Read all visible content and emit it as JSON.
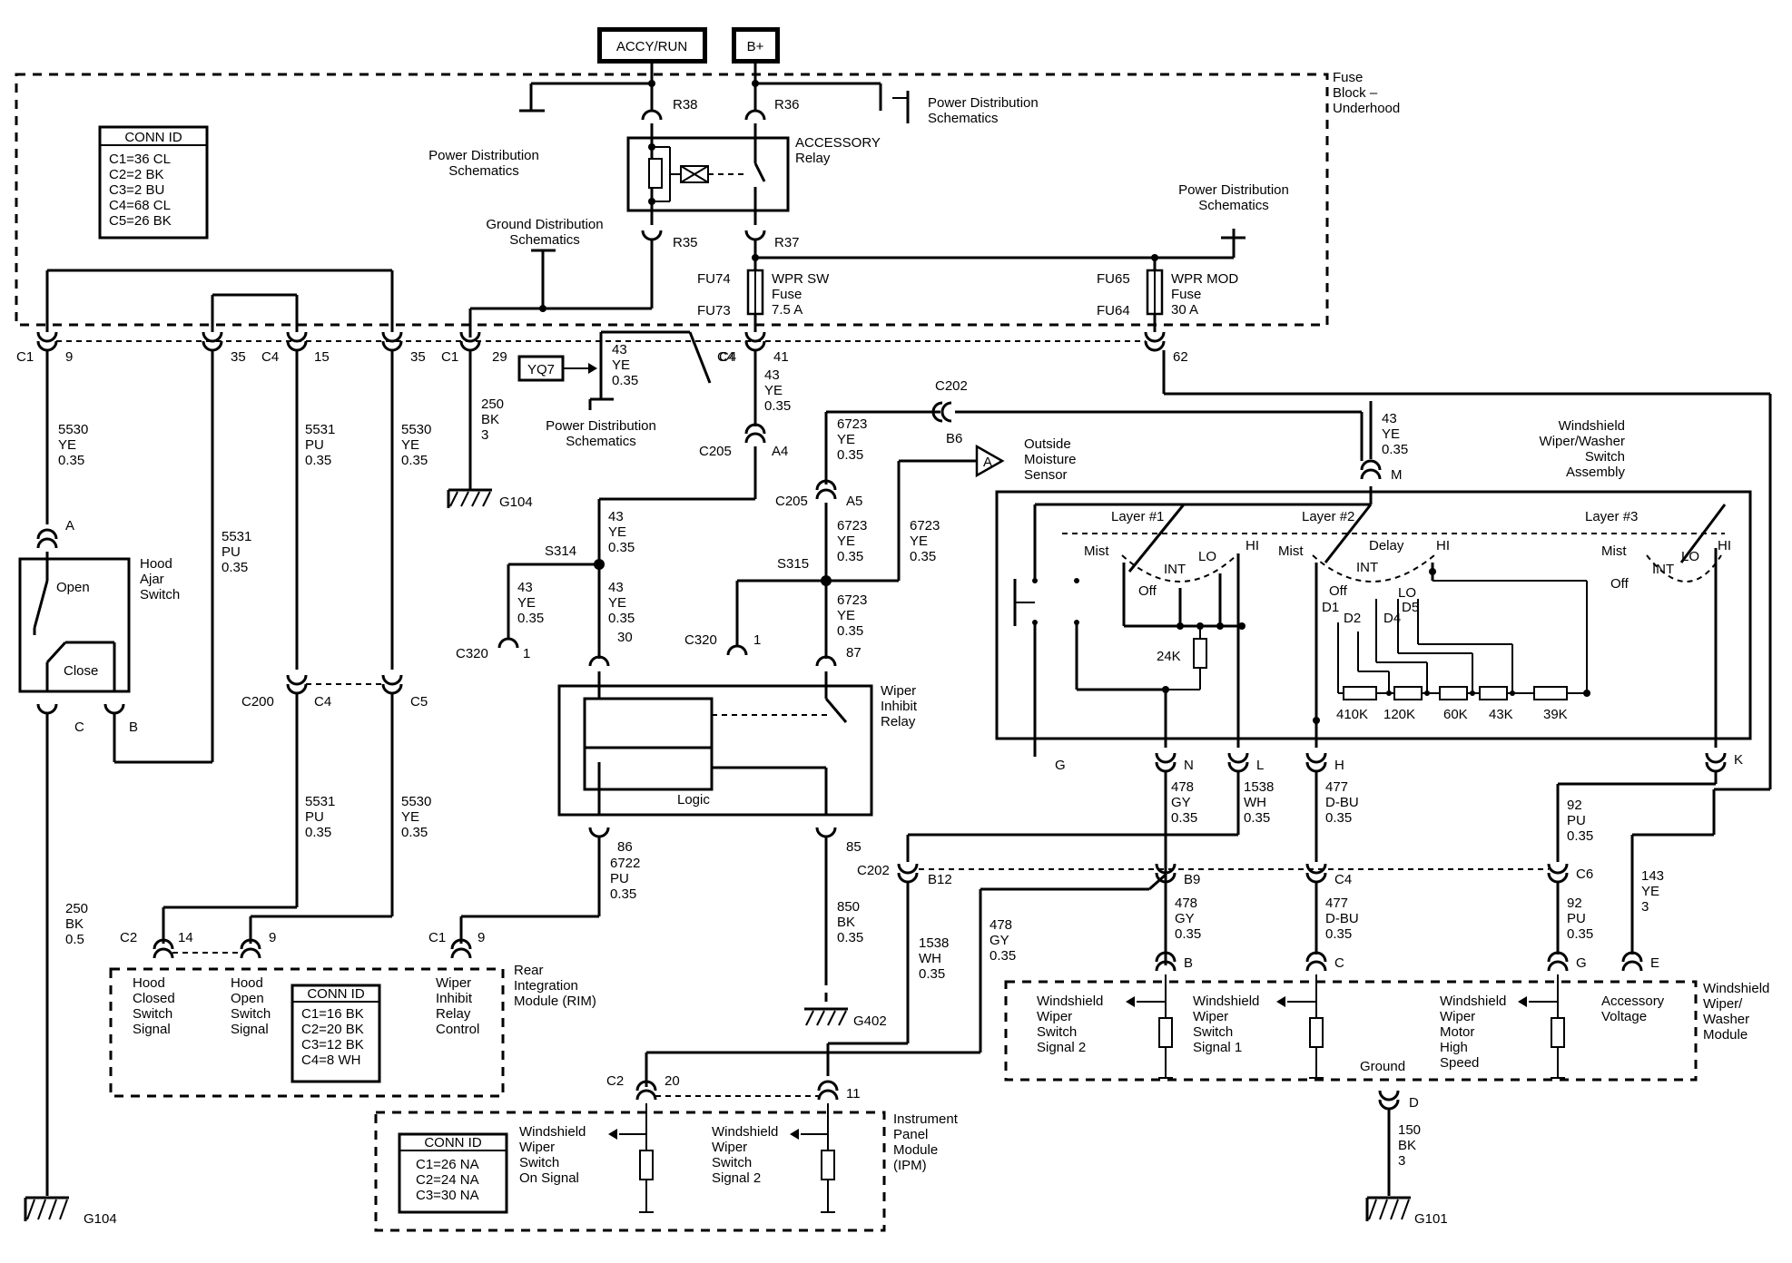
{
  "power": {
    "accy_run": "ACCY/RUN",
    "b_plus": "B+"
  },
  "fuse_block": {
    "name_lines": [
      "Fuse",
      "Block –",
      "Underhood"
    ],
    "pins": {
      "r38": "R38",
      "r36": "R36",
      "r35": "R35",
      "r37": "R37"
    },
    "relay_lines": [
      "ACCESSORY",
      "Relay"
    ],
    "pd1_lines": [
      "Power Distribution",
      "Schematics"
    ],
    "pd2_lines": [
      "Power Distribution",
      "Schematics"
    ],
    "pd3_lines": [
      "Power Distribution",
      "Schematics"
    ],
    "gd_lines": [
      "Ground Distribution",
      "Schematics"
    ],
    "fuse1": {
      "top": "FU74",
      "bottom": "FU73",
      "lines": [
        "WPR SW",
        "Fuse",
        "7.5 A"
      ]
    },
    "fuse2": {
      "top": "FU65",
      "bottom": "FU64",
      "lines": [
        "WPR MOD",
        "Fuse",
        "30 A"
      ]
    }
  },
  "conn_table1": {
    "title": "CONN ID",
    "rows": [
      "C1=36 CL",
      "C2=2 BK",
      "C3=2 BU",
      "C4=68 CL",
      "C5=26 BK"
    ]
  },
  "conn_table2": {
    "title": "CONN ID",
    "rows": [
      "C1=16 BK",
      "C2=20 BK",
      "C3=12 BK",
      "C4=8 WH"
    ]
  },
  "conn_table3": {
    "title": "CONN ID",
    "rows": [
      "C1=26 NA",
      "C2=24 NA",
      "C3=30 NA"
    ]
  },
  "connector_row": {
    "c1": "C1",
    "p9": "9",
    "p35a": "35",
    "c4": "C4",
    "p15": "15",
    "p35b": "35",
    "c1b": "C1",
    "p29": "29",
    "c4b": "C4",
    "p41": "41",
    "p62": "62"
  },
  "wires": {
    "w5530a": [
      "5530",
      "YE",
      "0.35"
    ],
    "w5531a": [
      "5531",
      "PU",
      "0.35"
    ],
    "w5531b": [
      "5531",
      "PU",
      "0.35"
    ],
    "w5530b": [
      "5530",
      "YE",
      "0.35"
    ],
    "w250a": [
      "250",
      "BK",
      "3"
    ],
    "w43a": [
      "43",
      "YE",
      "0.35"
    ],
    "w43b": [
      "43",
      "YE",
      "0.35"
    ],
    "w6723a": [
      "6723",
      "YE",
      "0.35"
    ],
    "w6723b": [
      "6723",
      "YE",
      "0.35"
    ],
    "w43m": [
      "43",
      "YE",
      "0.35"
    ],
    "w43c": [
      "43",
      "YE",
      "0.35"
    ],
    "w43d": [
      "43",
      "YE",
      "0.35"
    ],
    "w43e": [
      "43",
      "YE",
      "0.35"
    ],
    "w6723c": [
      "6723",
      "YE",
      "0.35"
    ],
    "w6723d": [
      "6723",
      "YE",
      "0.35"
    ],
    "w5531c": [
      "5531",
      "PU",
      "0.35"
    ],
    "w5530c": [
      "5530",
      "YE",
      "0.35"
    ],
    "w250b": [
      "250",
      "BK",
      "0.5"
    ],
    "w6722": [
      "6722",
      "PU",
      "0.35"
    ],
    "w850": [
      "850",
      "BK",
      "0.35"
    ],
    "w478a": [
      "478",
      "GY",
      "0.35"
    ],
    "w1538a": [
      "1538",
      "WH",
      "0.35"
    ],
    "w477a": [
      "477",
      "D-BU",
      "0.35"
    ],
    "w92a": [
      "92",
      "PU",
      "0.35"
    ],
    "w143": [
      "143",
      "YE",
      "3"
    ],
    "w478b": [
      "478",
      "GY",
      "0.35"
    ],
    "w477b": [
      "477",
      "D-BU",
      "0.35"
    ],
    "w92b": [
      "92",
      "PU",
      "0.35"
    ],
    "w1538b": [
      "1538",
      "WH",
      "0.35"
    ],
    "w478c": [
      "478",
      "GY",
      "0.35"
    ],
    "w150": [
      "150",
      "BK",
      "3"
    ]
  },
  "labels": {
    "yq7": "YQ7",
    "c4s": "C4",
    "c205a": "C205",
    "a4": "A4",
    "c205b": "C205",
    "a5": "A5",
    "c202a": "C202",
    "b6": "B6",
    "oms_a": "A",
    "oms_lines": [
      "Outside",
      "Moisture",
      "Sensor"
    ],
    "g104a": "G104",
    "g104b": "G104",
    "g402": "G402",
    "g101": "G101",
    "s314": "S314",
    "s315": "S315",
    "c320a": "C320",
    "c320a_pin": "1",
    "c320b": "C320",
    "c320b_pin": "1",
    "pin30": "30",
    "pin87": "87",
    "pin86": "86",
    "pin85": "85",
    "wir_lines": [
      "Wiper",
      "Inhibit",
      "Relay"
    ],
    "logic": "Logic",
    "hood_lines": [
      "Hood",
      "Ajar",
      "Switch"
    ],
    "open": "Open",
    "close": "Close",
    "pinA": "A",
    "pinC": "C",
    "pinB": "B",
    "c200": "C200",
    "c4c": "C4",
    "c5": "C5",
    "c2a": "C2",
    "p14": "14",
    "p9b": "9",
    "c1c": "C1",
    "p9c": "9",
    "rim_lines": [
      "Rear",
      "Integration",
      "Module (RIM)"
    ],
    "hcs_lines": [
      "Hood",
      "Closed",
      "Switch",
      "Signal"
    ],
    "hos_lines": [
      "Hood",
      "Open",
      "Switch",
      "Signal"
    ],
    "wirc_lines": [
      "Wiper",
      "Inhibit",
      "Relay",
      "Control"
    ],
    "c202b": "C202",
    "b12": "B12",
    "b9": "B9",
    "c4d": "C4",
    "c6": "C6",
    "pinM": "M",
    "wwsa_lines": [
      "Windshield",
      "Wiper/Washer",
      "Switch",
      "Assembly"
    ],
    "layer1": "Layer #1",
    "layer2": "Layer #2",
    "layer3": "Layer #3",
    "mist1": "Mist",
    "int1": "INT",
    "lo1": "LO",
    "hi1": "HI",
    "off1": "Off",
    "mist2": "Mist",
    "delay": "Delay",
    "int2": "INT",
    "lo2": "LO",
    "hi2": "HI",
    "off2": "Off",
    "mist3": "Mist",
    "int3": "INT",
    "lo3": "LO",
    "hi3": "HI",
    "off3": "Off",
    "d1": "D1",
    "d2": "D2",
    "d4": "D4",
    "d5": "D5",
    "r24k": "24K",
    "res": [
      "410K",
      "120K",
      "60K",
      "43K",
      "39K"
    ],
    "pinG": "G",
    "pinN": "N",
    "pinL": "L",
    "pinH": "H",
    "pinK": "K",
    "pinB2": "B",
    "pinC2": "C",
    "pinG2": "G",
    "pinE": "E",
    "pinD": "D",
    "ground": "Ground",
    "wwwm_lines": [
      "Windshield",
      "Wiper/",
      "Washer",
      "Module"
    ],
    "m_sig2_lines": [
      "Windshield",
      "Wiper",
      "Switch",
      "Signal 2"
    ],
    "m_sig1_lines": [
      "Windshield",
      "Wiper",
      "Switch",
      "Signal 1"
    ],
    "m_motor_lines": [
      "Windshield",
      "Wiper",
      "Motor",
      "High",
      "Speed"
    ],
    "m_acc_lines": [
      "Accessory",
      "Voltage"
    ],
    "c2b": "C2",
    "p20": "20",
    "p11": "11",
    "ipm_lines": [
      "Instrument",
      "Panel",
      "Module",
      "(IPM)"
    ],
    "ipm_on_lines": [
      "Windshield",
      "Wiper",
      "Switch",
      "On Signal"
    ],
    "ipm_sig2_lines": [
      "Windshield",
      "Wiper",
      "Switch",
      "Signal 2"
    ]
  }
}
